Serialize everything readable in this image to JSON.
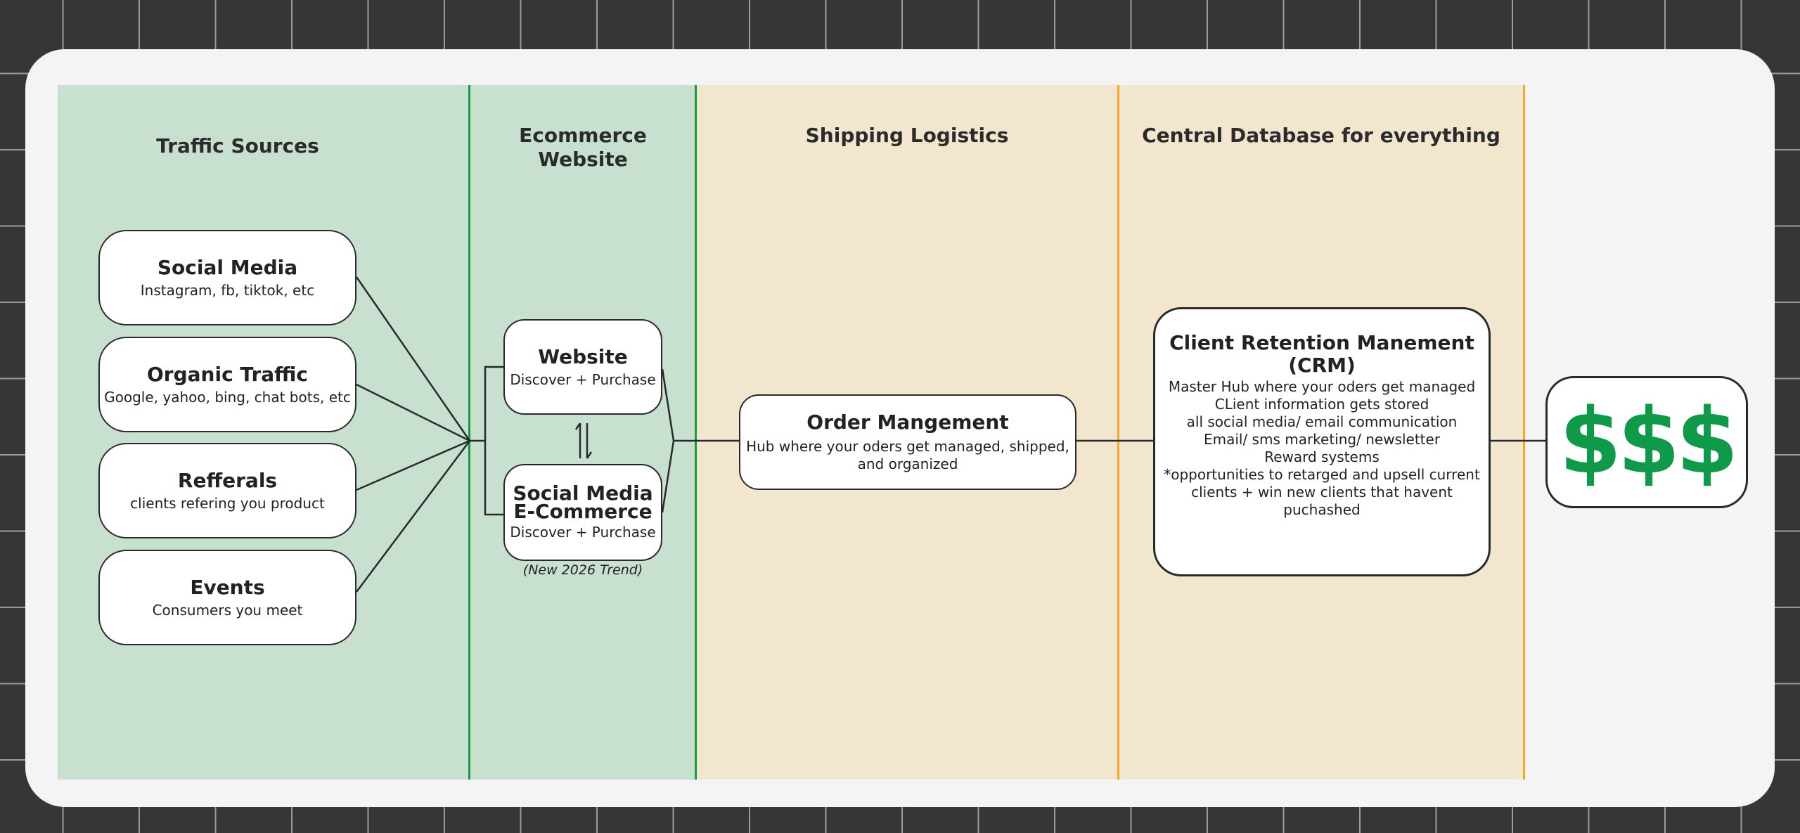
{
  "lanes": {
    "traffic": {
      "title": "Traffic Sources"
    },
    "website": {
      "title_line1": "Ecommerce",
      "title_line2": "Website"
    },
    "shipping": {
      "title": "Shipping Logistics"
    },
    "database": {
      "title": "Central Database for everything"
    }
  },
  "colors": {
    "green_lane": "#c8e0cf",
    "tan_lane": "#f3e6cf",
    "green_divider": "#129a46",
    "orange_divider": "#f0a928",
    "money_green": "#0f9a4a"
  },
  "traffic_sources": [
    {
      "title": "Social Media",
      "subtitle": "Instagram, fb, tiktok, etc"
    },
    {
      "title": "Organic Traffic",
      "subtitle": "Google, yahoo, bing, chat bots, etc"
    },
    {
      "title": "Refferals",
      "subtitle": "clients refering you product"
    },
    {
      "title": "Events",
      "subtitle": "Consumers you meet"
    }
  ],
  "website_node": {
    "title": "Website",
    "subtitle": "Discover + Purchase"
  },
  "social_ecommerce_node": {
    "title_line1": "Social Media",
    "title_line2": "E-Commerce",
    "subtitle": "Discover + Purchase",
    "note": "(New 2026 Trend)"
  },
  "order_node": {
    "title": "Order Mangement",
    "subtitle_line1": "Hub where your oders get managed, shipped,",
    "subtitle_line2": "and organized"
  },
  "crm_node": {
    "title": "Client Retention Manement (CRM)",
    "lines": [
      "Master Hub where your oders get managed",
      "CLient information gets stored",
      "all social media/ email communication",
      "Email/ sms marketing/ newsletter",
      "Reward systems",
      "*opportunities to retarged and upsell current",
      "clients + win new clients that havent puchashed"
    ]
  },
  "result_node": {
    "label": "$$$"
  }
}
